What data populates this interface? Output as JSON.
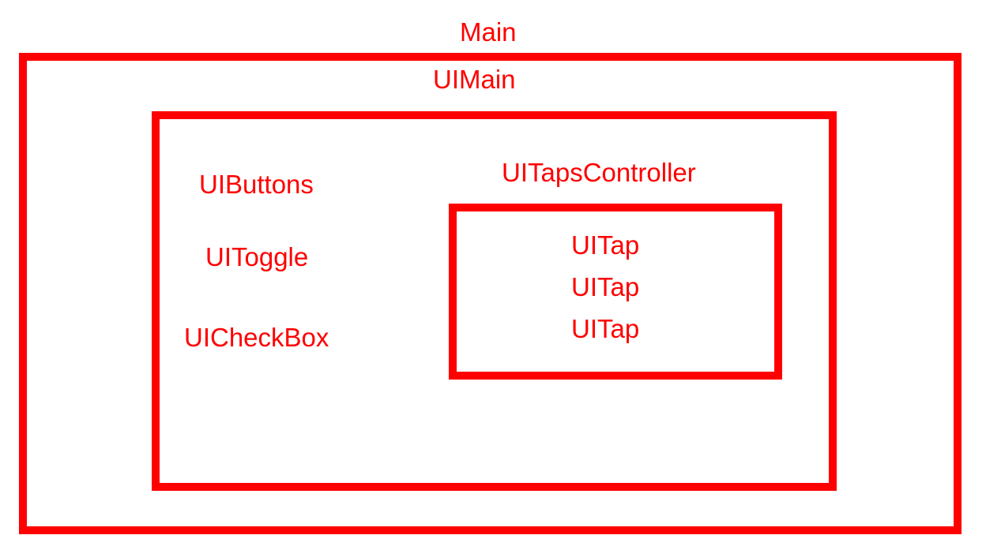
{
  "diagram": {
    "accent_color": "#ff0000",
    "background_color": "#ffffff",
    "main": {
      "label": "Main",
      "uimain": {
        "label": "UIMain",
        "panel": {
          "items": [
            {
              "label": "UIButtons"
            },
            {
              "label": "UIToggle"
            },
            {
              "label": "UICheckBox"
            }
          ],
          "taps_controller": {
            "label": "UITapsController",
            "taps": [
              {
                "label": "UITap"
              },
              {
                "label": "UITap"
              },
              {
                "label": "UITap"
              }
            ]
          }
        }
      }
    }
  }
}
